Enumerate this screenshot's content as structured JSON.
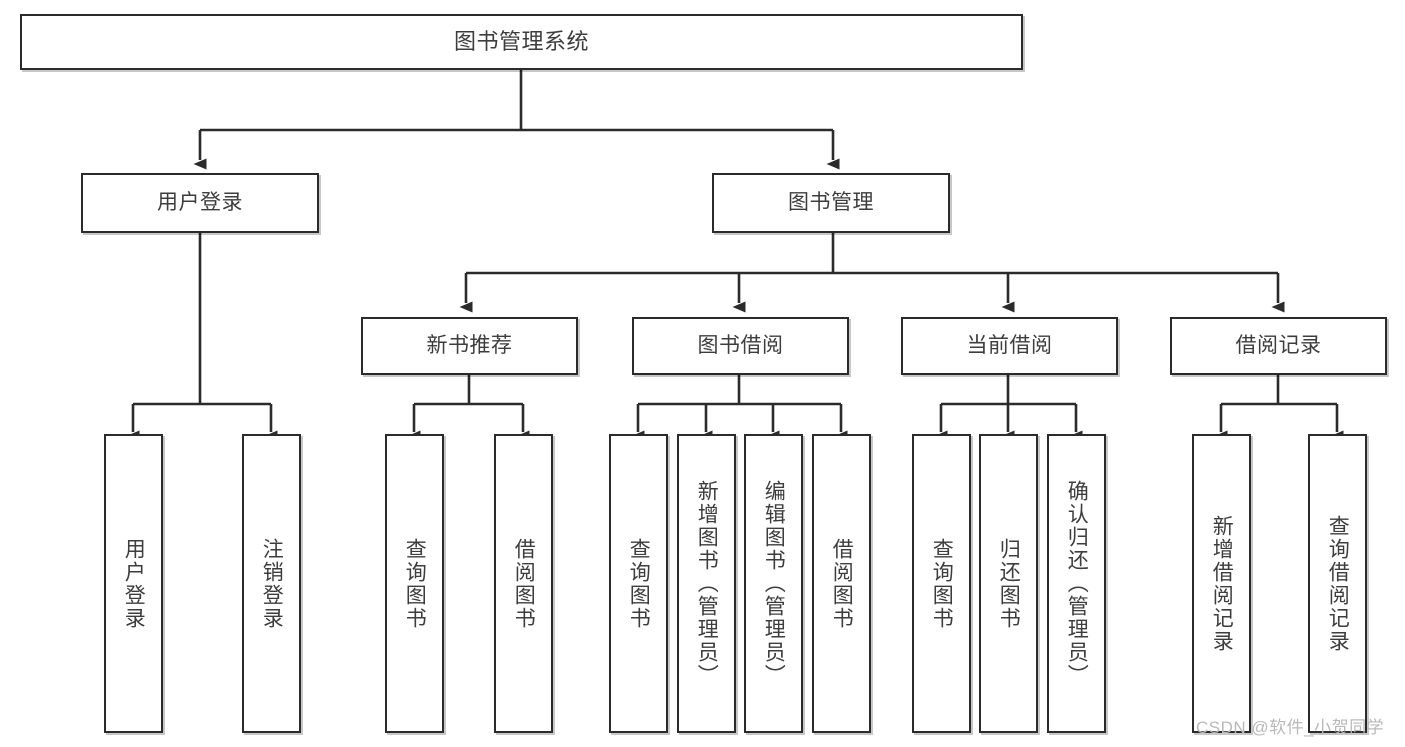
{
  "diagram": {
    "title": "图书管理系统",
    "type": "tree",
    "orientation": "top-down",
    "colors": {
      "box_border": "#2b2b2b",
      "box_fill": "#ffffff",
      "text": "#3d3d3d",
      "edge": "#2b2b2b",
      "watermark": "#b9b9b9",
      "canvas": "#ffffff"
    }
  },
  "nodes": {
    "root": {
      "label": "图书管理系统"
    },
    "level1": [
      {
        "label": "用户登录"
      },
      {
        "label": "图书管理"
      }
    ],
    "level2": [
      {
        "label": "新书推荐"
      },
      {
        "label": "图书借阅"
      },
      {
        "label": "当前借阅"
      },
      {
        "label": "借阅记录"
      }
    ],
    "leaves": {
      "user_login": [
        {
          "label": "用户登录"
        },
        {
          "label": "注销登录"
        }
      ],
      "new_book": [
        {
          "label": "查询图书"
        },
        {
          "label": "借阅图书"
        }
      ],
      "book_borrow": [
        {
          "label": "查询图书"
        },
        {
          "label": "新增图书（管理员）"
        },
        {
          "label": "编辑图书（管理员）"
        },
        {
          "label": "借阅图书"
        }
      ],
      "current_borrow": [
        {
          "label": "查询图书"
        },
        {
          "label": "归还图书"
        },
        {
          "label": "确认归还（管理员）"
        }
      ],
      "borrow_record": [
        {
          "label": "新增借阅记录"
        },
        {
          "label": "查询借阅记录"
        }
      ]
    }
  },
  "watermark": {
    "text": "CSDN @软件_小贺同学"
  }
}
